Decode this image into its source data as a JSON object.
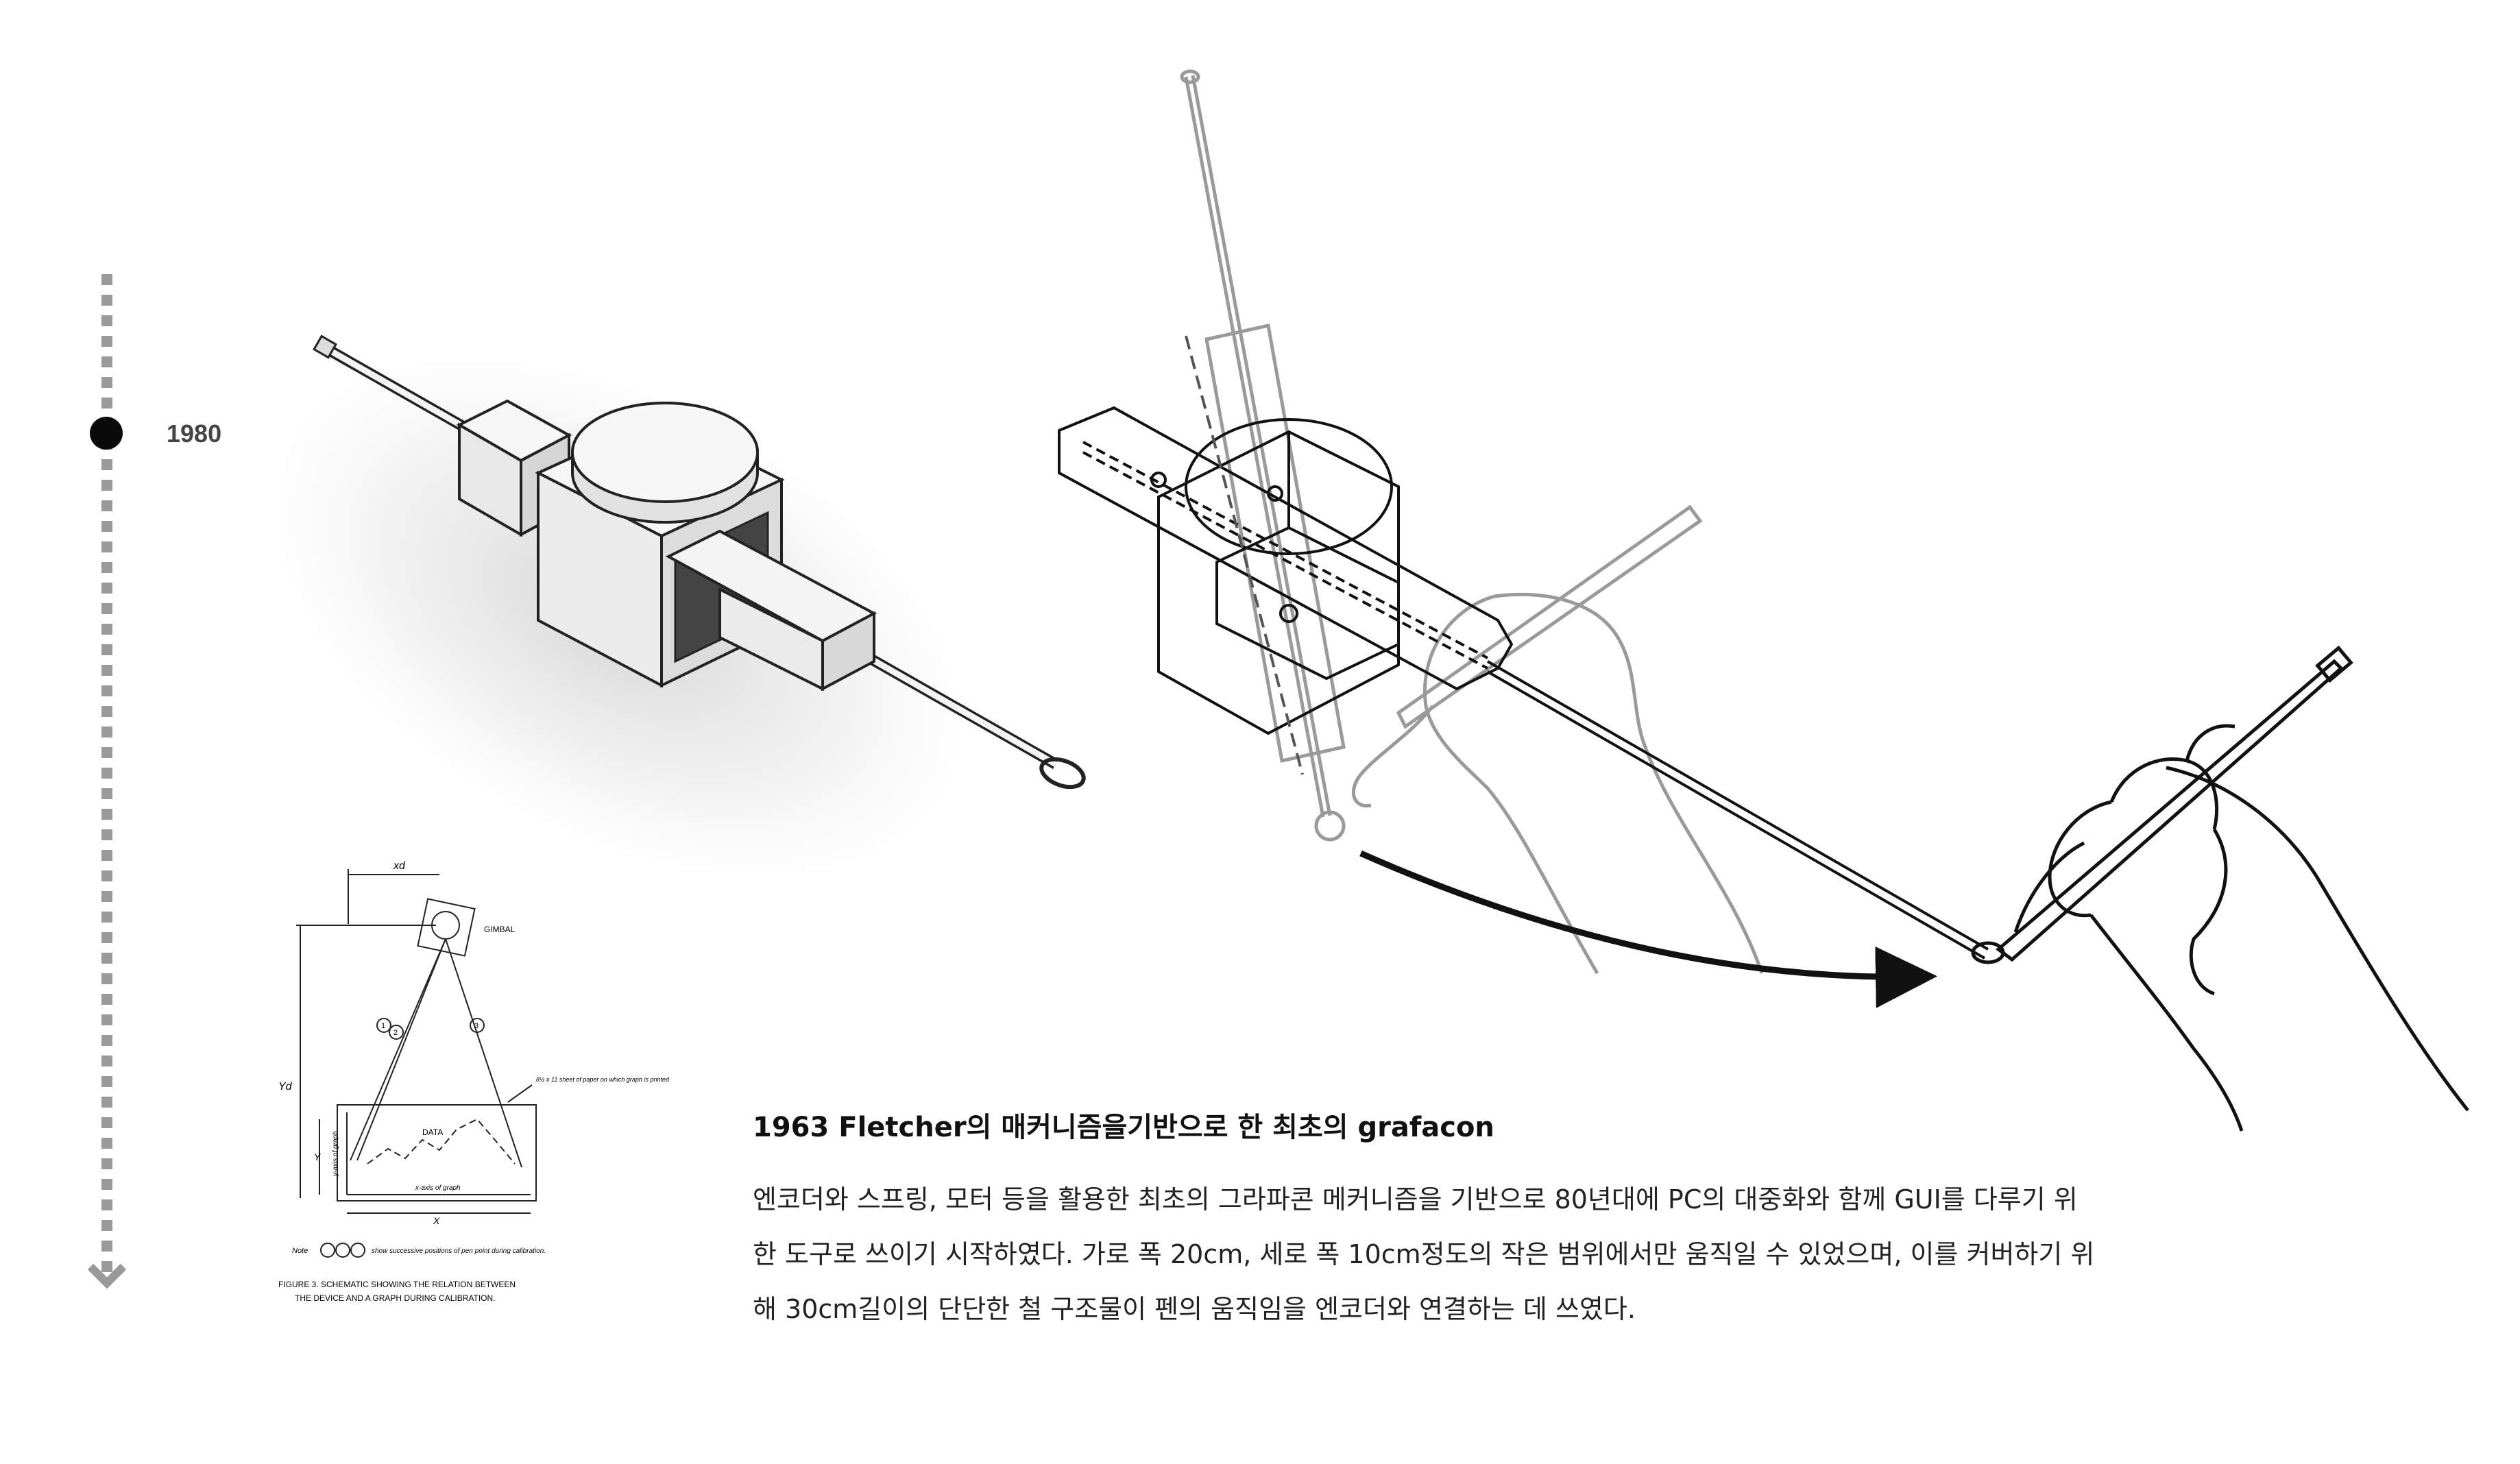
{
  "timeline": {
    "year": "1980"
  },
  "figure": {
    "label_xd": "xd",
    "label_yd": "Yd",
    "label_y": "Y",
    "label_x": "X",
    "gimbal": "GIMBAL",
    "paper_note": "8½ x 11 sheet of paper on which graph is printed",
    "data": "DATA",
    "y_axis": "y-axis of graph",
    "x_axis": "x-axis of graph",
    "circle_1": "1",
    "circle_2": "2",
    "circle_3": "3",
    "note_prefix": "Note",
    "note_text": "show successive positions of pen point during calibration.",
    "caption_line1": "FIGURE 3.   SCHEMATIC  SHOWING  THE  RELATION  BETWEEN",
    "caption_line2": "THE  DEVICE  AND  A  GRAPH  DURING  CALIBRATION."
  },
  "caption": {
    "title": "1963 Fletcher의 매커니즘을기반으로 한 최초의 grafacon",
    "body": "엔코더와 스프링, 모터 등을 활용한 최초의 그라파콘 메커니즘을 기반으로 80년대에 PC의 대중화와 함께 GUI를 다루기 위한 도구로 쓰이기 시작하였다. 가로 폭 20cm, 세로 폭 10cm정도의 작은 범위에서만 움직일 수 있었으며, 이를 커버하기 위해 30cm길이의 단단한 철 구조물이 펜의 움직임을 엔코더와 연결하는 데 쓰였다."
  },
  "colors": {
    "ink": "#111111",
    "ghost": "#9a9a9a",
    "timeline": "#9a9a9a",
    "dot": "#0a0a0a"
  },
  "icons": {
    "timeline_arrow": "chevron-down-icon",
    "timeline_dot": "circle-icon"
  }
}
